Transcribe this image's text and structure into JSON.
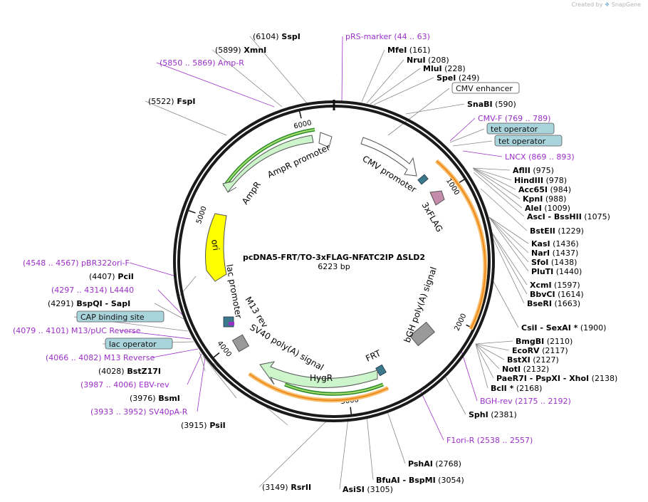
{
  "credit": {
    "prefix": "Created by",
    "brand": "SnapGene"
  },
  "plasmid": {
    "name": "pcDNA5-FRT/TO-3xFLAG-NFATC2IP ΔSLD2",
    "size_label": "6223 bp"
  },
  "ruler": [
    "1000",
    "2000",
    "3000",
    "4000",
    "5000",
    "6000"
  ],
  "features": [
    {
      "label": "CMV promoter",
      "type": "promoter"
    },
    {
      "label": "3xFLAG",
      "type": "tag"
    },
    {
      "label": "bGH poly(A) signal",
      "type": "terminator"
    },
    {
      "label": "FRT",
      "type": "recombination"
    },
    {
      "label": "HygR",
      "type": "cds"
    },
    {
      "label": "SV40 poly(A) signal",
      "type": "terminator"
    },
    {
      "label": "M13 rev",
      "type": "primer"
    },
    {
      "label": "lac promoter",
      "type": "promoter"
    },
    {
      "label": "ori",
      "type": "origin"
    },
    {
      "label": "AmpR",
      "type": "cds"
    },
    {
      "label": "AmpR promoter",
      "type": "promoter"
    }
  ],
  "labels": [
    {
      "text": "(6104)",
      "site": "SspI",
      "kind": "enzyme"
    },
    {
      "text": "(5899)",
      "site": "XmnI",
      "kind": "enzyme"
    },
    {
      "text": "(5850 .. 5869)",
      "site": "Amp-R",
      "kind": "primer"
    },
    {
      "text": "(5522)",
      "site": "FspI",
      "kind": "enzyme"
    },
    {
      "text": "pRS-marker",
      "site": "(44 .. 63)",
      "kind": "primer"
    },
    {
      "text": "MfeI",
      "site": "(161)",
      "kind": "enzyme_r"
    },
    {
      "text": "NruI",
      "site": "(208)",
      "kind": "enzyme_r"
    },
    {
      "text": "MluI",
      "site": "(228)",
      "kind": "enzyme_r"
    },
    {
      "text": "SpeI",
      "site": "(249)",
      "kind": "enzyme_r"
    },
    {
      "text": "CMV enhancer",
      "site": "",
      "kind": "feature_box"
    },
    {
      "text": "SnaBI",
      "site": "(590)",
      "kind": "enzyme_r"
    },
    {
      "text": "CMV-F",
      "site": "(769 .. 789)",
      "kind": "primer"
    },
    {
      "text": "tet operator",
      "site": "",
      "kind": "feature_box_blue"
    },
    {
      "text": "tet operator",
      "site": "",
      "kind": "feature_box_blue"
    },
    {
      "text": "LNCX",
      "site": "(869 .. 893)",
      "kind": "primer"
    },
    {
      "text": "AflII",
      "site": "(975)",
      "kind": "enzyme_r"
    },
    {
      "text": "HindIII",
      "site": "(978)",
      "kind": "enzyme_r"
    },
    {
      "text": "Acc65I",
      "site": "(984)",
      "kind": "enzyme_r"
    },
    {
      "text": "KpnI",
      "site": "(988)",
      "kind": "enzyme_r"
    },
    {
      "text": "AleI",
      "site": "(1009)",
      "kind": "enzyme_r"
    },
    {
      "text": "AscI",
      "site": "- BssHII",
      "kind": "enzyme_pair",
      "pos": "(1075)"
    },
    {
      "text": "BstEII",
      "site": "(1229)",
      "kind": "enzyme_r"
    },
    {
      "text": "KasI",
      "site": "(1436)",
      "kind": "enzyme_r"
    },
    {
      "text": "NarI",
      "site": "(1437)",
      "kind": "enzyme_r"
    },
    {
      "text": "SfoI",
      "site": "(1438)",
      "kind": "enzyme_r"
    },
    {
      "text": "PluTI",
      "site": "(1440)",
      "kind": "enzyme_r"
    },
    {
      "text": "XcmI",
      "site": "(1597)",
      "kind": "enzyme_r"
    },
    {
      "text": "BbvCI",
      "site": "(1614)",
      "kind": "enzyme_r"
    },
    {
      "text": "BseRI",
      "site": "(1663)",
      "kind": "enzyme_r"
    },
    {
      "text": "CsiI",
      "site": "- SexAI *",
      "kind": "enzyme_pair",
      "pos": "(1900)"
    },
    {
      "text": "BmgBI",
      "site": "(2110)",
      "kind": "enzyme_r"
    },
    {
      "text": "EcoRV",
      "site": "(2117)",
      "kind": "enzyme_r"
    },
    {
      "text": "BstXI",
      "site": "(2127)",
      "kind": "enzyme_r"
    },
    {
      "text": "NotI",
      "site": "(2132)",
      "kind": "enzyme_r"
    },
    {
      "text": "PaeR7I",
      "site": "- PspXI - XhoI",
      "kind": "enzyme_pair",
      "pos": "(2138)"
    },
    {
      "text": "BclI *",
      "site": "(2168)",
      "kind": "enzyme_r"
    },
    {
      "text": "BGH-rev",
      "site": "(2175 .. 2192)",
      "kind": "primer"
    },
    {
      "text": "SphI",
      "site": "(2381)",
      "kind": "enzyme_r"
    },
    {
      "text": "F1ori-R",
      "site": "(2538 .. 2557)",
      "kind": "primer"
    },
    {
      "text": "PshAI",
      "site": "(2768)",
      "kind": "enzyme_r"
    },
    {
      "text": "BfuAI",
      "site": "- BspMI",
      "kind": "enzyme_pair",
      "pos": "(3054)"
    },
    {
      "text": "AsiSI",
      "site": "(3105)",
      "kind": "enzyme_r"
    },
    {
      "text": "(3149)",
      "site": "RsrII",
      "kind": "enzyme"
    },
    {
      "text": "(3915)",
      "site": "PsiI",
      "kind": "enzyme"
    },
    {
      "text": "(3933 .. 3952)",
      "site": "SV40pA-R",
      "kind": "primer"
    },
    {
      "text": "(3976)",
      "site": "BsmI",
      "kind": "enzyme"
    },
    {
      "text": "(3987 .. 4006)",
      "site": "EBV-rev",
      "kind": "primer"
    },
    {
      "text": "(4028)",
      "site": "BstZ17I",
      "kind": "enzyme"
    },
    {
      "text": "(4066 .. 4082)",
      "site": "M13 Reverse",
      "kind": "primer"
    },
    {
      "text": "lac operator",
      "site": "",
      "kind": "feature_box_blue"
    },
    {
      "text": "(4079 .. 4101)",
      "site": "M13/pUC Reverse",
      "kind": "primer"
    },
    {
      "text": "CAP binding site",
      "site": "",
      "kind": "feature_box_blue"
    },
    {
      "text": "(4291)",
      "site": "BspQI - SapI",
      "kind": "enzyme"
    },
    {
      "text": "(4297 .. 4314)",
      "site": "L4440",
      "kind": "primer"
    },
    {
      "text": "(4407)",
      "site": "PciI",
      "kind": "enzyme"
    },
    {
      "text": "(4548 .. 4567)",
      "site": "pBR322ori-F",
      "kind": "primer"
    }
  ],
  "colors": {
    "backbone": "#1a1a1a",
    "primer": "#9b30c8",
    "enzyme": "#000000",
    "cds": "#ccf5cc",
    "origin": "#ffff00",
    "terminator": "#999999",
    "promoter": "#ffffff",
    "tag": "#c48bab",
    "recombination": "#3a7a8c",
    "orange": "#f7a830",
    "feature_box_blue": "#a9d4dc"
  }
}
